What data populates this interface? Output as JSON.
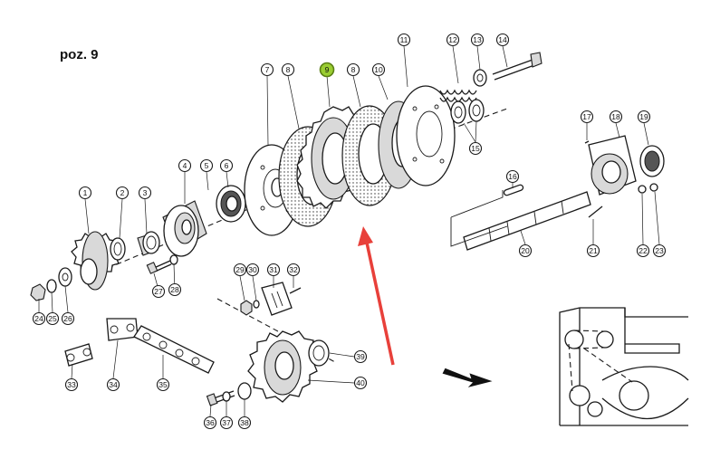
{
  "title": "poz. 9",
  "highlight_color": "#9acd32",
  "arrow_color": "#e8403a",
  "callouts": [
    {
      "key": "c1",
      "label": "1"
    },
    {
      "key": "c2",
      "label": "2"
    },
    {
      "key": "c3",
      "label": "3"
    },
    {
      "key": "c4",
      "label": "4"
    },
    {
      "key": "c5",
      "label": "5"
    },
    {
      "key": "c6",
      "label": "6"
    },
    {
      "key": "c7",
      "label": "7"
    },
    {
      "key": "c8a",
      "label": "8"
    },
    {
      "key": "c9",
      "label": "9",
      "highlight": true
    },
    {
      "key": "c8b",
      "label": "8"
    },
    {
      "key": "c10",
      "label": "10"
    },
    {
      "key": "c11",
      "label": "11"
    },
    {
      "key": "c12",
      "label": "12"
    },
    {
      "key": "c13",
      "label": "13"
    },
    {
      "key": "c14",
      "label": "14"
    },
    {
      "key": "c15",
      "label": "15"
    },
    {
      "key": "c16",
      "label": "16"
    },
    {
      "key": "c17",
      "label": "17"
    },
    {
      "key": "c18",
      "label": "18"
    },
    {
      "key": "c19",
      "label": "19"
    },
    {
      "key": "c20",
      "label": "20"
    },
    {
      "key": "c21",
      "label": "21"
    },
    {
      "key": "c22",
      "label": "22"
    },
    {
      "key": "c23",
      "label": "23"
    },
    {
      "key": "c24",
      "label": "24"
    },
    {
      "key": "c25",
      "label": "25"
    },
    {
      "key": "c26",
      "label": "26"
    },
    {
      "key": "c27",
      "label": "27"
    },
    {
      "key": "c28",
      "label": "28"
    },
    {
      "key": "c29",
      "label": "29"
    },
    {
      "key": "c30",
      "label": "30"
    },
    {
      "key": "c31",
      "label": "31"
    },
    {
      "key": "c32",
      "label": "32"
    },
    {
      "key": "c33",
      "label": "33"
    },
    {
      "key": "c34",
      "label": "34"
    },
    {
      "key": "c35",
      "label": "35"
    },
    {
      "key": "c36",
      "label": "36"
    },
    {
      "key": "c37",
      "label": "37"
    },
    {
      "key": "c38",
      "label": "38"
    },
    {
      "key": "c39",
      "label": "39"
    },
    {
      "key": "c40",
      "label": "40"
    }
  ]
}
